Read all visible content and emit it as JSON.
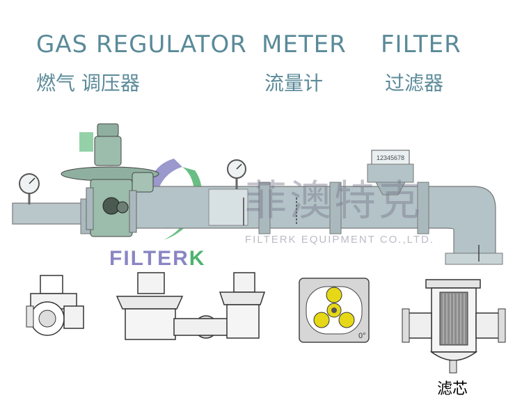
{
  "headings": {
    "regulator_en": "GAS REGULATOR",
    "regulator_cn": "燃气 调压器",
    "meter_en": "METER",
    "meter_cn": "流量计",
    "filter_en": "FILTER",
    "filter_cn": "过滤器"
  },
  "watermark": {
    "company_cn": "菲澳特克",
    "company_en": "FILTERK EQUIPMENT CO.,LTD."
  },
  "logo": {
    "text_main": "FILTER",
    "text_accent": "K"
  },
  "meter": {
    "counter": "12345678"
  },
  "rotor": {
    "angle_label": "0°"
  },
  "filter": {
    "caption": "滤芯"
  },
  "colors": {
    "heading": "#5a8a98",
    "pipe": "#a8b8bd",
    "regulator": "#8fb0a0",
    "rotor_highlight": "#e6d817",
    "logo_blue": "#8a86c4",
    "logo_green": "#4db36e"
  }
}
